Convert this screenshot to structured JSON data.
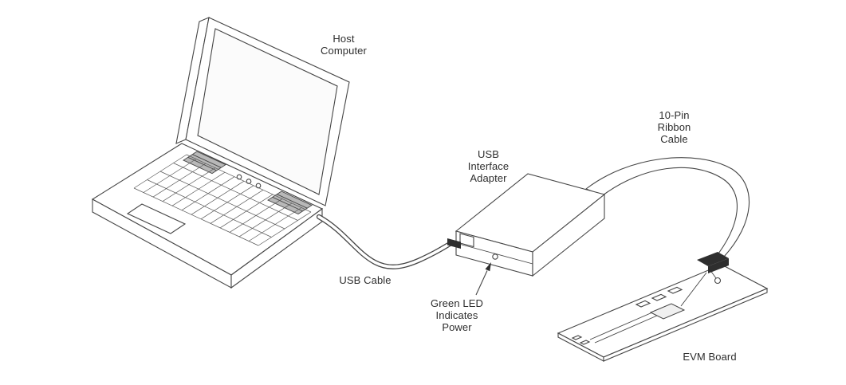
{
  "diagram": {
    "labels": {
      "host_computer": "Host\nComputer",
      "usb_interface_adapter": "USB\nInterface\nAdapter",
      "ribbon_cable": "10-Pin\nRibbon\nCable",
      "usb_cable": "USB Cable",
      "green_led": "Green LED\nIndicates\nPower",
      "evm_board": "EVM Board"
    },
    "colors": {
      "line": "#454545",
      "text": "#2e2e2e",
      "background": "#ffffff",
      "component_dark": "#2e2e2e",
      "speaker_gray": "#b8b8b8"
    }
  }
}
